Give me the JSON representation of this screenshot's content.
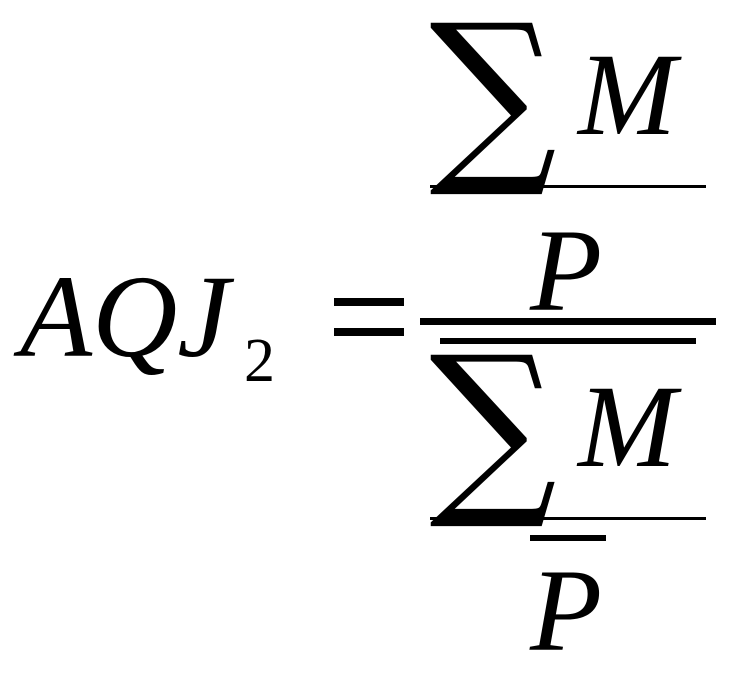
{
  "formula": {
    "lhs": "AQJ",
    "lhs_subscript": "2",
    "equals": "=",
    "numerator": {
      "sum_symbol": "∑",
      "sum_variable": "M",
      "denominator_variable": "P"
    },
    "denominator": {
      "sum_symbol": "∑",
      "sum_variable": "M",
      "denominator_variable": "P"
    }
  }
}
